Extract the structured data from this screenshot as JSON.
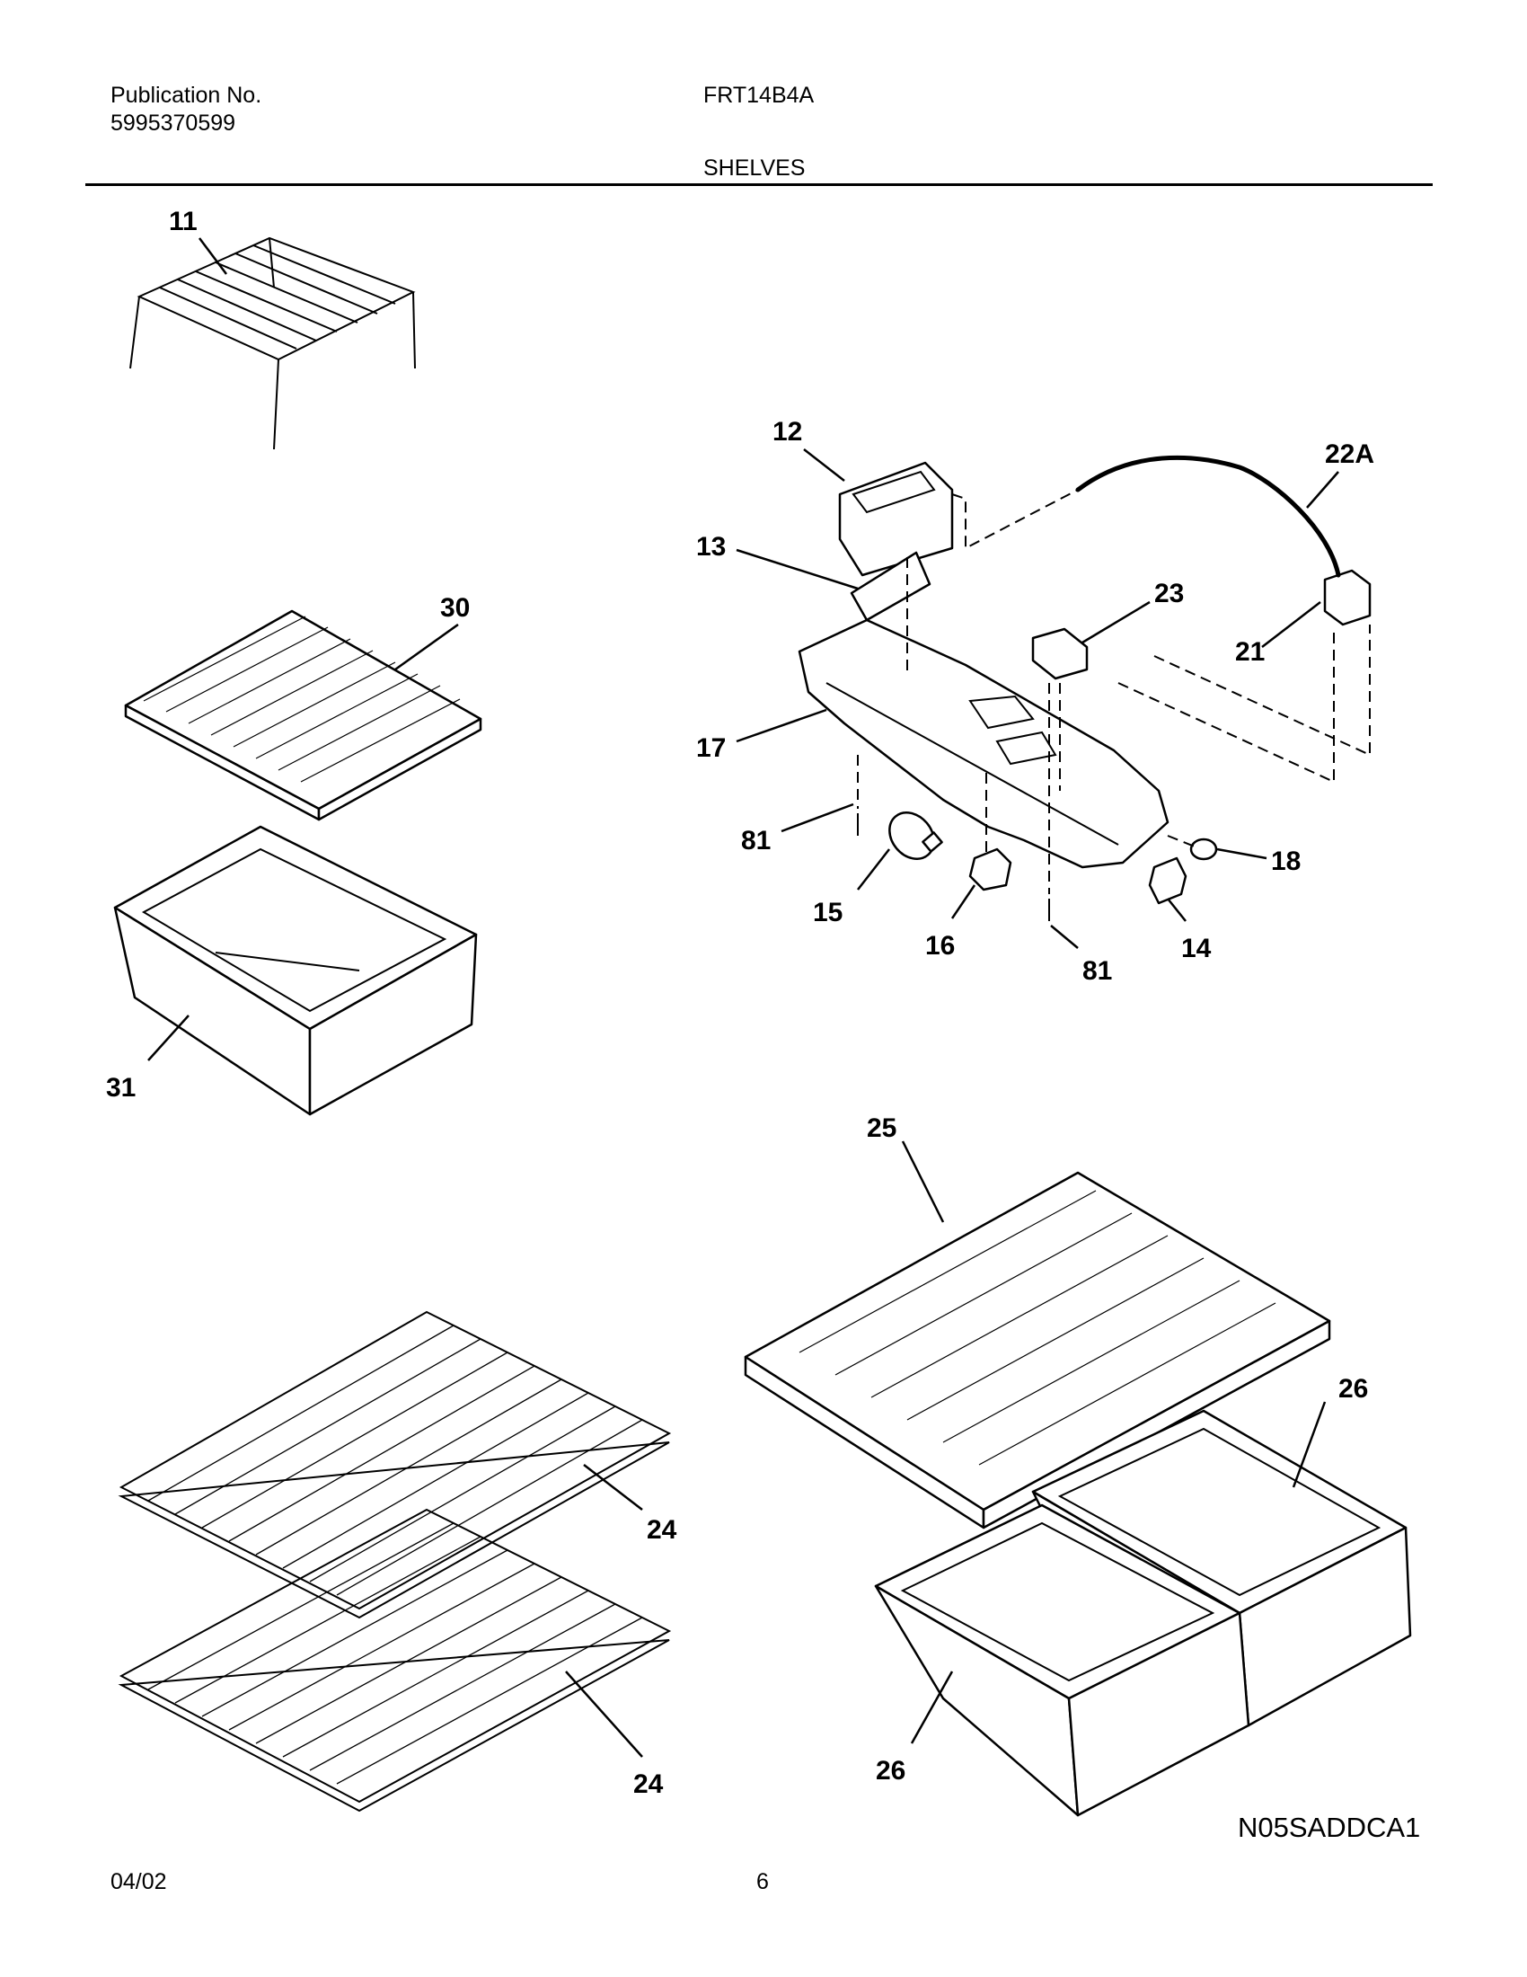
{
  "header": {
    "publication_label": "Publication No.",
    "publication_number": "5995370599",
    "model": "FRT14B4A",
    "section": "SHELVES"
  },
  "footer": {
    "date": "04/02",
    "page": "6",
    "diagram_code": "N05SADDCA1"
  },
  "callouts": [
    "11",
    "12",
    "22A",
    "13",
    "30",
    "23",
    "21",
    "17",
    "81",
    "18",
    "15",
    "16",
    "81",
    "14",
    "31",
    "25",
    "26",
    "24",
    "24",
    "26"
  ]
}
